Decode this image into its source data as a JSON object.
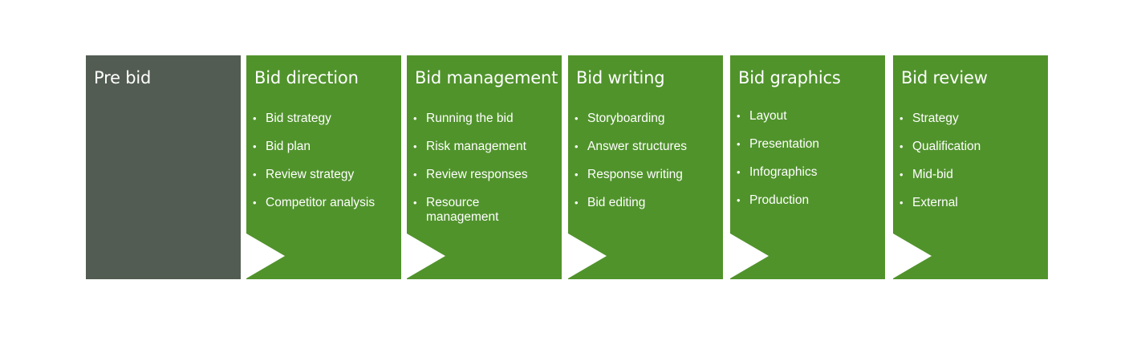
{
  "diagram": {
    "colors": {
      "gray": "#525c52",
      "green": "#50932b",
      "notch": "#ffffff",
      "text": "#ffffff"
    },
    "stages": [
      {
        "title": "Pre bid",
        "style": "gray",
        "items": []
      },
      {
        "title": "Bid direction",
        "style": "green",
        "items": [
          "Bid strategy",
          "Bid plan",
          "Review strategy",
          "Competitor analysis"
        ]
      },
      {
        "title": "Bid management",
        "style": "green",
        "items": [
          "Running the bid",
          "Risk management",
          "Review responses",
          "Resource management"
        ]
      },
      {
        "title": "Bid writing",
        "style": "green",
        "items": [
          "Storyboarding",
          "Answer structures",
          "Response writing",
          "Bid editing"
        ]
      },
      {
        "title": "Bid graphics",
        "style": "green",
        "items": [
          "Layout",
          "Presentation",
          "Infographics",
          "Production"
        ]
      },
      {
        "title": "Bid review",
        "style": "green",
        "items": [
          "Strategy",
          "Qualification",
          "Mid-bid",
          "External"
        ]
      }
    ]
  }
}
